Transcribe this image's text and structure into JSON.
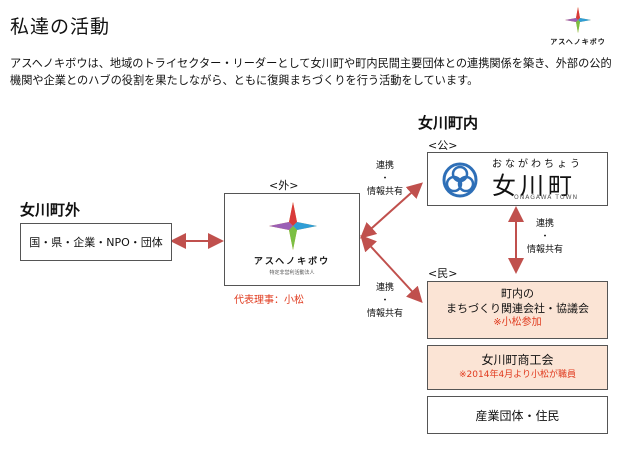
{
  "header": {
    "title": "私達の活動",
    "description": "アスヘノキボウは、地域のトライセクター・リーダーとして女川町や町内民間主要団体との連携関係を築き、外部の公的機関や企業とのハブの役割を果たしながら、ともに復興まちづくりを行う活動をしています。",
    "logo_text": "アスヘノキボウ"
  },
  "outside": {
    "title": "女川町外",
    "box_label": "国・県・企業・NPO・団体"
  },
  "center": {
    "tag": "<外>",
    "logo_text": "アスヘノキボウ",
    "logo_subtext": "特定非営利活動法人",
    "caption": "代表理事：小松"
  },
  "inside": {
    "title": "女川町内",
    "public_tag": "<公>",
    "town_furigana": "おながわちょう",
    "town_name": "女川町",
    "town_roman": "ONAGAWA TOWN",
    "private_tag": "<民>",
    "private_box1_line1": "町内の",
    "private_box1_line2": "まちづくり関連会社・協議会",
    "private_box1_note": "※小松参加",
    "private_box2_line1": "女川町商工会",
    "private_box2_note": "※2014年4月より小松が職員",
    "private_box3_line1": "産業団体・住民"
  },
  "links": {
    "upper_line1": "連携",
    "upper_line2": "・",
    "upper_line3": "情報共有",
    "lower_line1": "連携",
    "lower_line2": "・",
    "lower_line3": "情報共有",
    "right_line1": "連携",
    "right_line2": "・",
    "right_line3": "情報共有"
  },
  "colors": {
    "arrow": "#c0504d",
    "note_red": "#e03a1e",
    "pink_fill": "#fbe4d5",
    "town_blue": "#2e6fb7"
  }
}
